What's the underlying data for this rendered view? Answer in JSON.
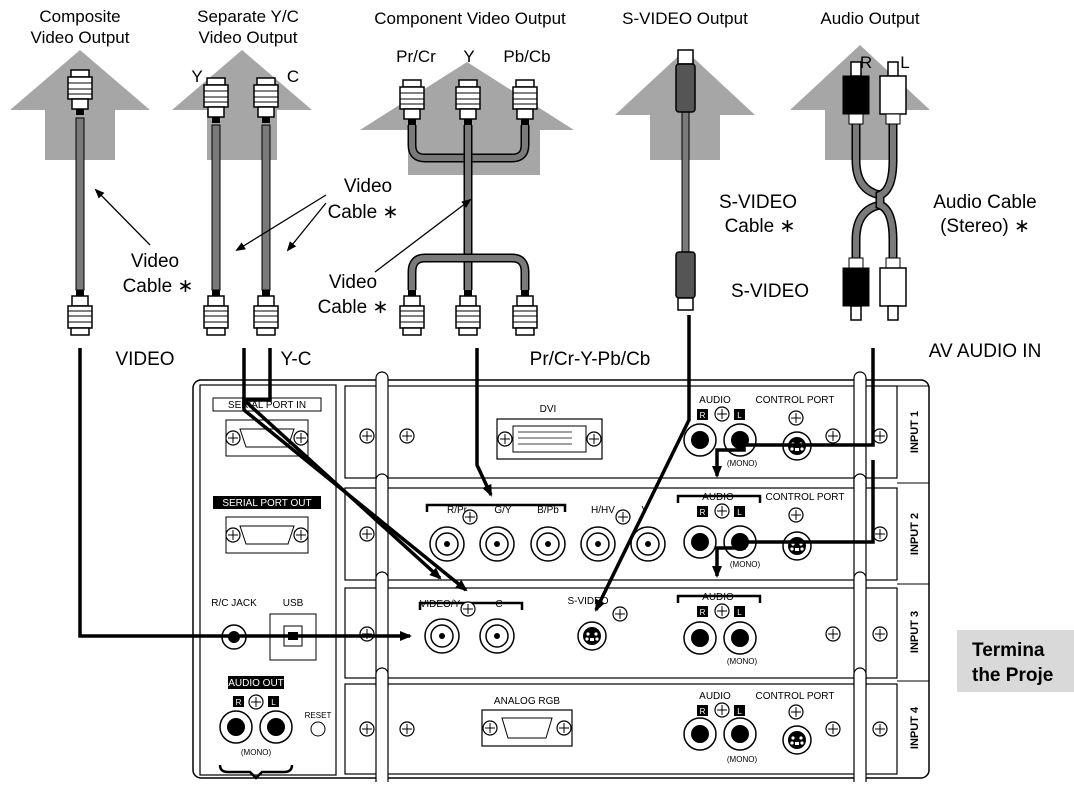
{
  "labels": {
    "composite_1": "Composite",
    "composite_2": "Video Output",
    "separate_1": "Separate Y/C",
    "separate_2": "Video Output",
    "y_top": "Y",
    "c_top": "C",
    "component": "Component Video Output",
    "pr_cr": "Pr/Cr",
    "y_comp": "Y",
    "pb_cb": "Pb/Cb",
    "svideo_output": "S-VIDEO Output",
    "audio_output": "Audio Output",
    "r_top": "R",
    "l_top": "L",
    "video_cable_left_1": "Video",
    "video_cable_left_2": "Cable ∗",
    "video_cable_mid_1": "Video",
    "video_cable_mid_2": "Cable ∗",
    "video_cable_comp_1": "Video",
    "video_cable_comp_2": "Cable ∗",
    "svideo_cable_1": "S-VIDEO",
    "svideo_cable_2": "Cable ∗",
    "audio_cable_1": "Audio Cable",
    "audio_cable_2": "(Stereo) ∗",
    "svideo_label": "S-VIDEO",
    "video_label": "VIDEO",
    "yc_label": "Y-C",
    "component_label": "Pr/Cr-Y-Pb/Cb",
    "av_audio_in": "AV AUDIO IN",
    "terminal_1": "Termina",
    "terminal_2": "the Proje"
  },
  "panel": {
    "serial_in": "SERIAL PORT IN",
    "serial_out": "SERIAL PORT OUT",
    "rc_jack": "R/C JACK",
    "usb": "USB",
    "audio_out": "AUDIO OUT",
    "reset": "RESET",
    "mono_left": "(MONO)",
    "r": "R",
    "l": "L",
    "input1": "INPUT 1",
    "input2": "INPUT 2",
    "input3": "INPUT 3",
    "input4": "INPUT 4",
    "dvi": "DVI",
    "audio1": "AUDIO",
    "control_port1": "CONTROL PORT",
    "mono1": "(MONO)",
    "rpr": "R/Pr",
    "gy": "G/Y",
    "bpb": "B/Pb",
    "hhv": "H/HV",
    "v": "V",
    "audio2": "AUDIO",
    "control_port2": "CONTROL PORT",
    "mono2": "(MONO)",
    "videoy": "VIDEO/Y",
    "c": "C",
    "svideo3": "S-VIDEO",
    "audio3": "AUDIO",
    "mono3": "(MONO)",
    "analog_rgb": "ANALOG RGB",
    "audio4": "AUDIO",
    "control_port4": "CONTROL PORT",
    "mono4": "(MONO)"
  }
}
